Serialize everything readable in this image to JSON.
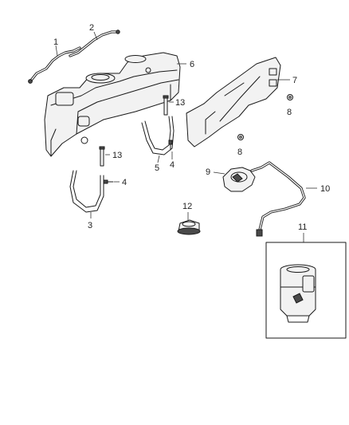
{
  "callouts": {
    "c1": "1",
    "c2": "2",
    "c3": "3",
    "c4a": "4",
    "c4b": "4",
    "c5": "5",
    "c6": "6",
    "c7": "7",
    "c8a": "8",
    "c8b": "8",
    "c9": "9",
    "c10": "10",
    "c11": "11",
    "c12": "12",
    "c13a": "13",
    "c13b": "13"
  },
  "colors": {
    "line": "#1a1a1a",
    "fill": "#f2f2f2",
    "dark": "#4a4a4a"
  }
}
